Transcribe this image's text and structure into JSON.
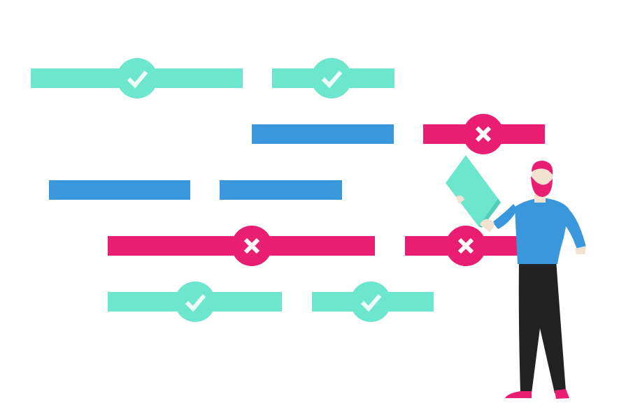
{
  "colors": {
    "teal": "#6DE6CE",
    "blue": "#3A97DC",
    "pink": "#E91E73",
    "skin": "#F2E2D2",
    "dark": "#222222",
    "white": "#FFFFFF"
  },
  "bars": [
    {
      "color": "teal",
      "badge": "check"
    },
    {
      "color": "teal",
      "badge": "check"
    },
    {
      "color": "blue",
      "badge": "none"
    },
    {
      "color": "pink",
      "badge": "cross"
    },
    {
      "color": "blue",
      "badge": "none"
    },
    {
      "color": "blue",
      "badge": "none"
    },
    {
      "color": "pink",
      "badge": "cross"
    },
    {
      "color": "pink",
      "badge": "cross"
    },
    {
      "color": "teal",
      "badge": "check"
    },
    {
      "color": "teal",
      "badge": "check"
    }
  ],
  "icons": {
    "check": "check-icon",
    "cross": "cross-icon",
    "person": "person-with-book-illustration"
  }
}
